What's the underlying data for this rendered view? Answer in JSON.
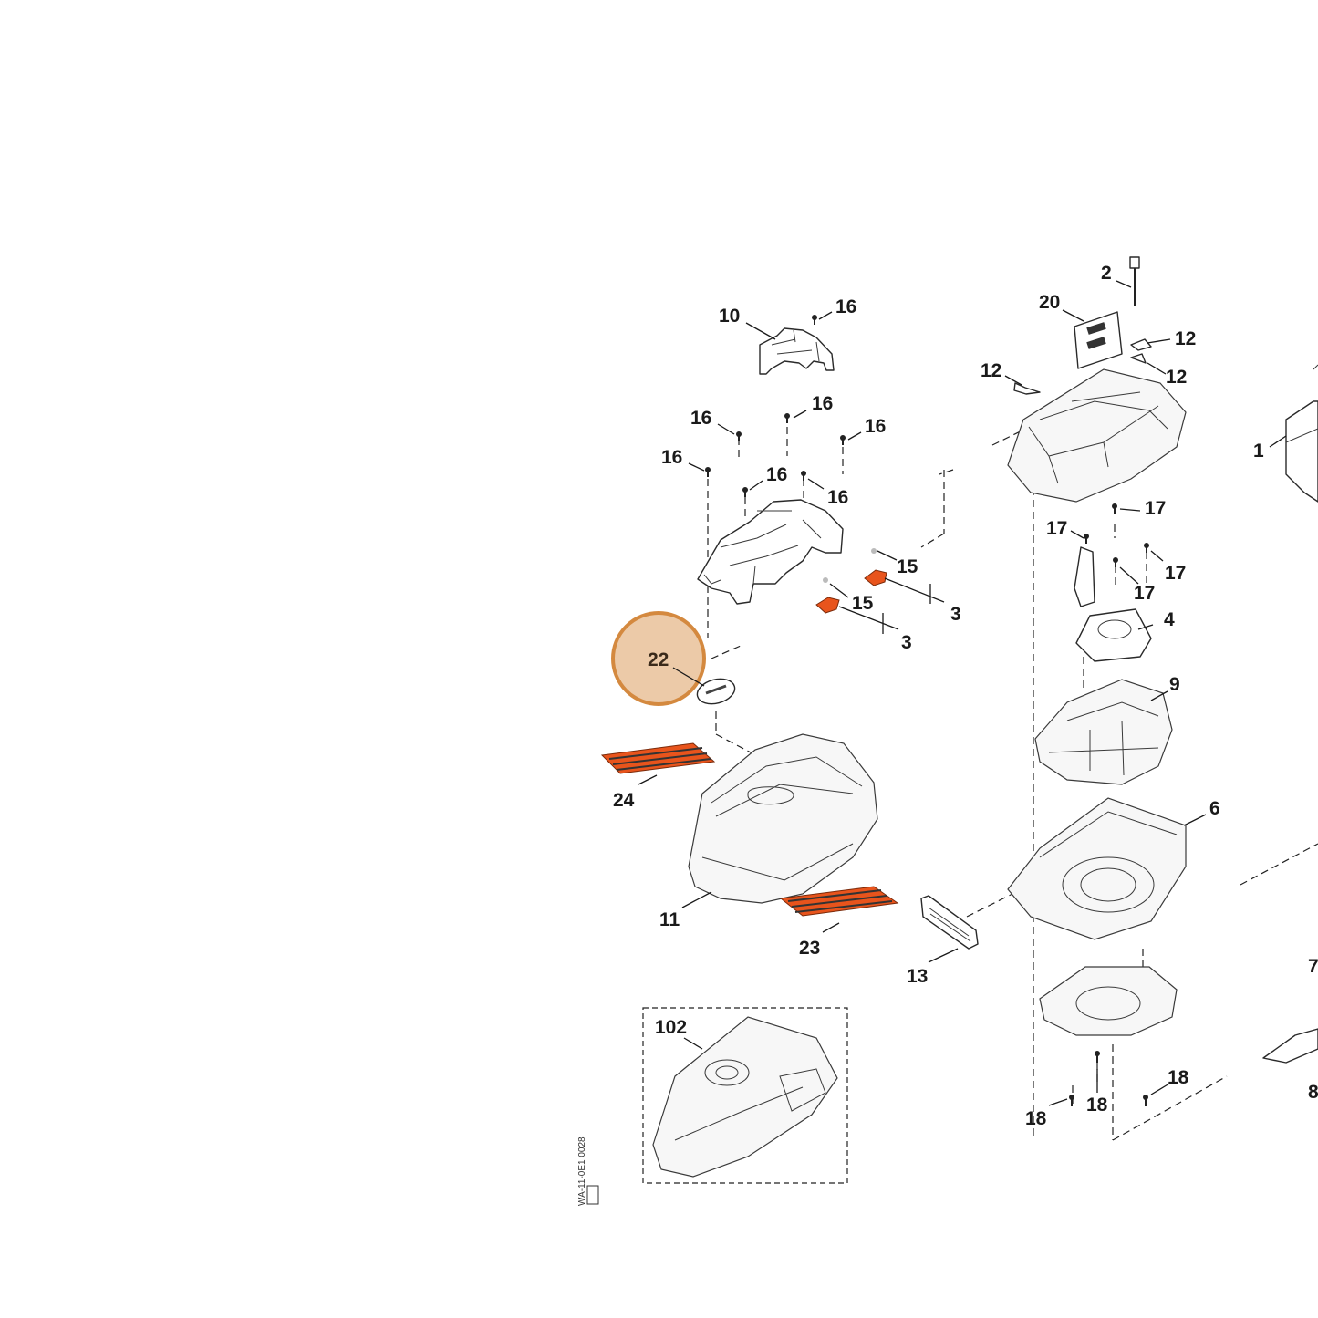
{
  "diagram": {
    "highlight": {
      "label": "22",
      "color": "#d4893f"
    },
    "accent_color": "#e8541c",
    "callouts": {
      "c1": "1",
      "c2": "2",
      "c3a": "3",
      "c3b": "3",
      "c4": "4",
      "c6": "6",
      "c7": "7",
      "c8": "8",
      "c9": "9",
      "c10": "10",
      "c11": "11",
      "c12a": "12",
      "c12b": "12",
      "c12c": "12",
      "c13": "13",
      "c15a": "15",
      "c15b": "15",
      "c16a": "16",
      "c16b": "16",
      "c16c": "16",
      "c16d": "16",
      "c16e": "16",
      "c16f": "16",
      "c16g": "16",
      "c17a": "17",
      "c17b": "17",
      "c17c": "17",
      "c17d": "17",
      "c18a": "18",
      "c18b": "18",
      "c18c": "18",
      "c20": "20",
      "c23": "23",
      "c24": "24",
      "c102": "102"
    },
    "reference_code": "WA-11-0E1 0028"
  }
}
